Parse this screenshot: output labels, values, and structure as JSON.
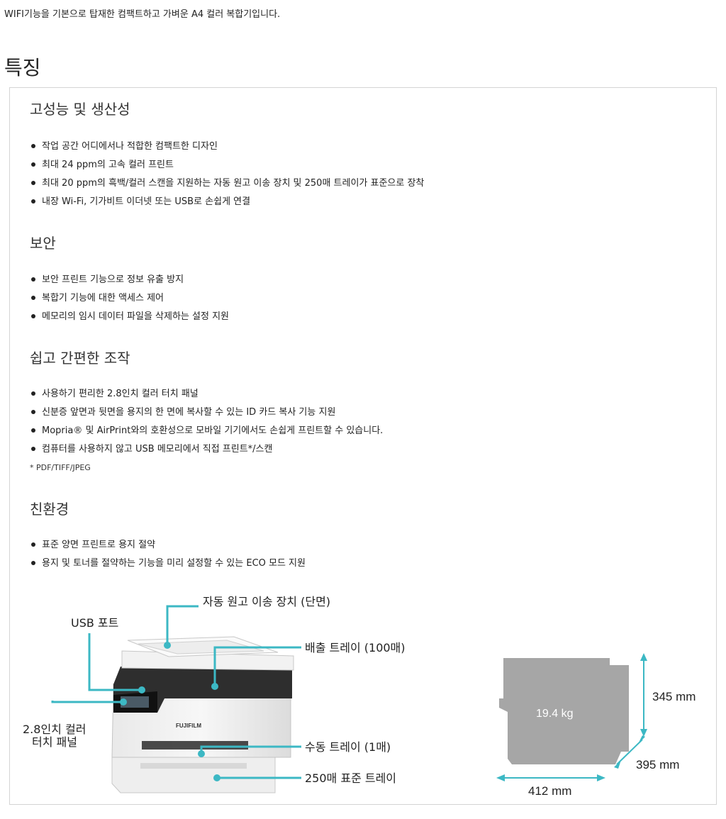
{
  "intro": "WIFI기능을 기본으로 탑재한 컴팩트하고 가벼운 A4 컬러 복합기입니다.",
  "page_title": "특징",
  "sections": [
    {
      "title": "고성능 및 생산성",
      "items": [
        "작업 공간 어디에서나 적합한 컴팩트한 디자인",
        "최대 24 ppm의 고속 컬러 프린트",
        "최대 20 ppm의 흑백/컬러 스캔을 지원하는 자동 원고 이송 장치 및 250매 트레이가 표준으로 장착",
        "내장 Wi-Fi, 기가비트 이더넷 또는 USB로 손쉽게 연결"
      ]
    },
    {
      "title": "보안",
      "items": [
        "보안 프린트 기능으로 정보 유출 방지",
        "복합기 기능에 대한 액세스 제어",
        "메모리의 임시 데이터 파일을 삭제하는 설정 지원"
      ]
    },
    {
      "title": "쉽고 간편한 조작",
      "items": [
        "사용하기 편리한 2.8인치 컬러 터치 패널",
        "신분증 앞면과 뒷면을 용지의 한 면에 복사할 수 있는 ID 카드 복사 기능 지원",
        "Mopria® 및 AirPrint와의 호환성으로 모바일 기기에서도 손쉽게 프린트할 수 있습니다.",
        "컴퓨터를 사용하지 않고 USB 메모리에서 직접 프린트*/스캔"
      ],
      "footnote": "* PDF/TIFF/JPEG"
    },
    {
      "title": "친환경",
      "items": [
        "표준 양면 프린트로 용지 절약",
        "용지 및 토너를 절약하는 기능을 미리 설정할 수 있는 ECO 모드 지원"
      ]
    }
  ],
  "figure": {
    "callouts": {
      "adf": "자동 원고 이송 장치 (단면)",
      "usb": "USB 포트",
      "output_tray": "배출 트레이 (100매)",
      "panel_line1": "2.8인치 컬러",
      "panel_line2": "터치 패널",
      "manual_tray": "수동 트레이 (1매)",
      "std_tray": "250매 표준 트레이"
    },
    "brand": "FUJIFILM",
    "dimensions": {
      "weight": "19.4 kg",
      "height": "345 mm",
      "depth": "395 mm",
      "width": "412 mm"
    },
    "colors": {
      "callout_line": "#3cb8c4",
      "silhouette": "#a6a6a6"
    }
  }
}
